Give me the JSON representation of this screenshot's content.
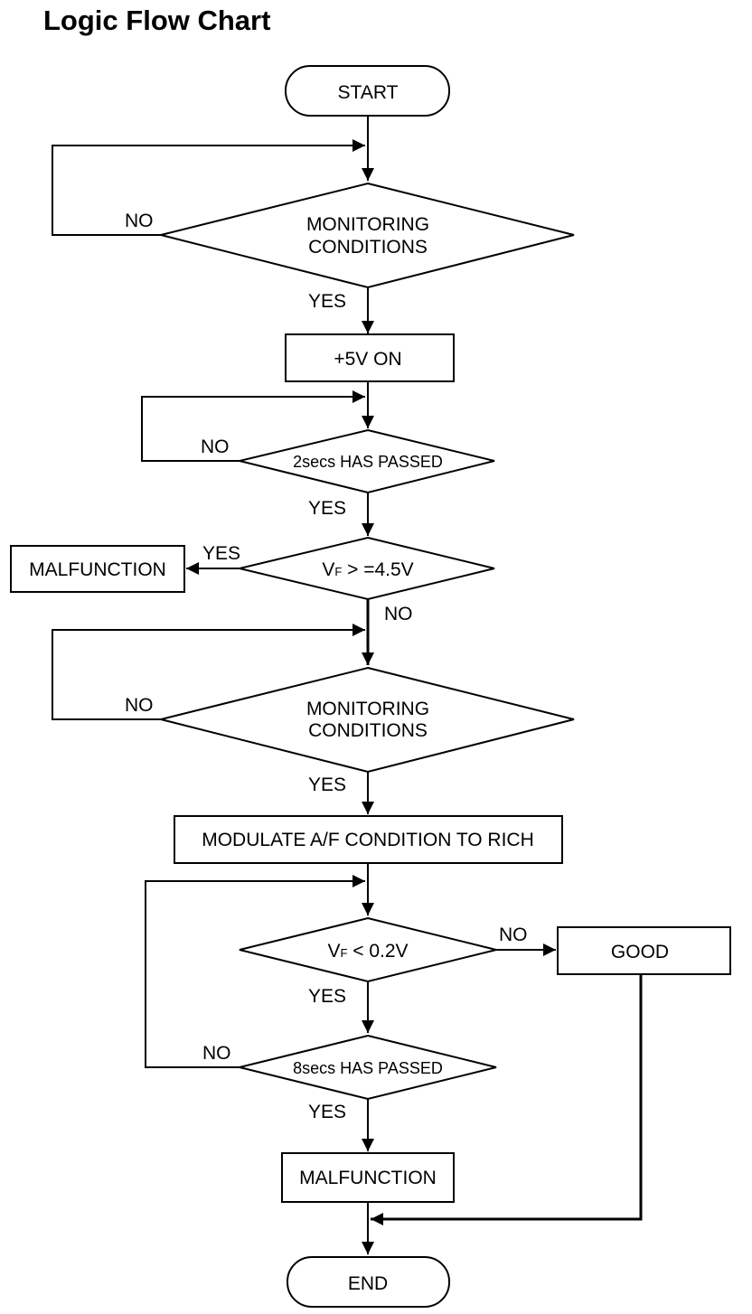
{
  "title": "Logic Flow Chart",
  "nodes": {
    "start": "START",
    "monitoring_1_line1": "MONITORING",
    "monitoring_1_line2": "CONDITIONS",
    "plus5v_on": "+5V ON",
    "two_secs": "2secs HAS PASSED",
    "vf_ge_main": "V",
    "vf_ge_sub": "F",
    "vf_ge_rest": " > =4.5V",
    "malfunction_1": "MALFUNCTION",
    "monitoring_2_line1": "MONITORING",
    "monitoring_2_line2": "CONDITIONS",
    "modulate": "MODULATE A/F CONDITION TO RICH",
    "vf_lt_main": "V",
    "vf_lt_sub": "F",
    "vf_lt_rest": " < 0.2V",
    "good": "GOOD",
    "eight_secs": "8secs HAS PASSED",
    "malfunction_2": "MALFUNCTION",
    "end": "END"
  },
  "edge_labels": {
    "mon1_no": "NO",
    "mon1_yes": "YES",
    "twosecs_no": "NO",
    "twosecs_yes": "YES",
    "vfge_yes": "YES",
    "vfge_no": "NO",
    "mon2_no": "NO",
    "mon2_yes": "YES",
    "vflt_no": "NO",
    "vflt_yes": "YES",
    "eightsecs_no": "NO",
    "eightsecs_yes": "YES"
  }
}
